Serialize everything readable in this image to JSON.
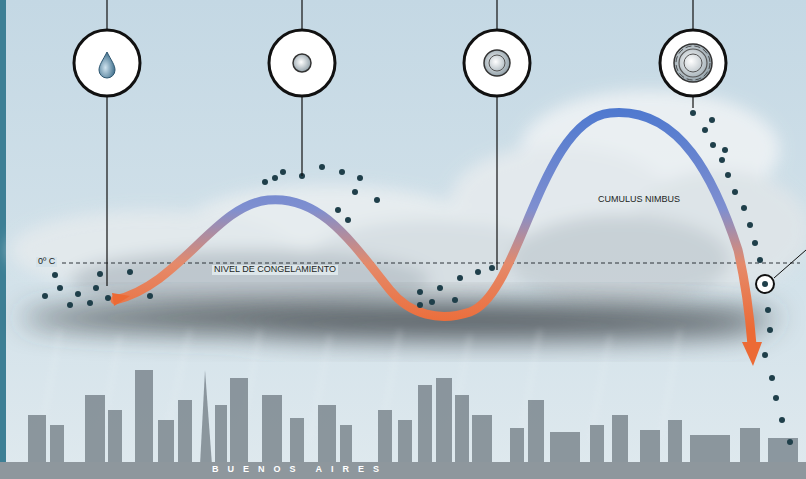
{
  "diagram": {
    "labels": [
      "0º C",
      "NIVEL DE CONGELAMIENTO",
      "CUMULUS NIMBUS",
      "BUENOS AIRES"
    ]
  }
}
